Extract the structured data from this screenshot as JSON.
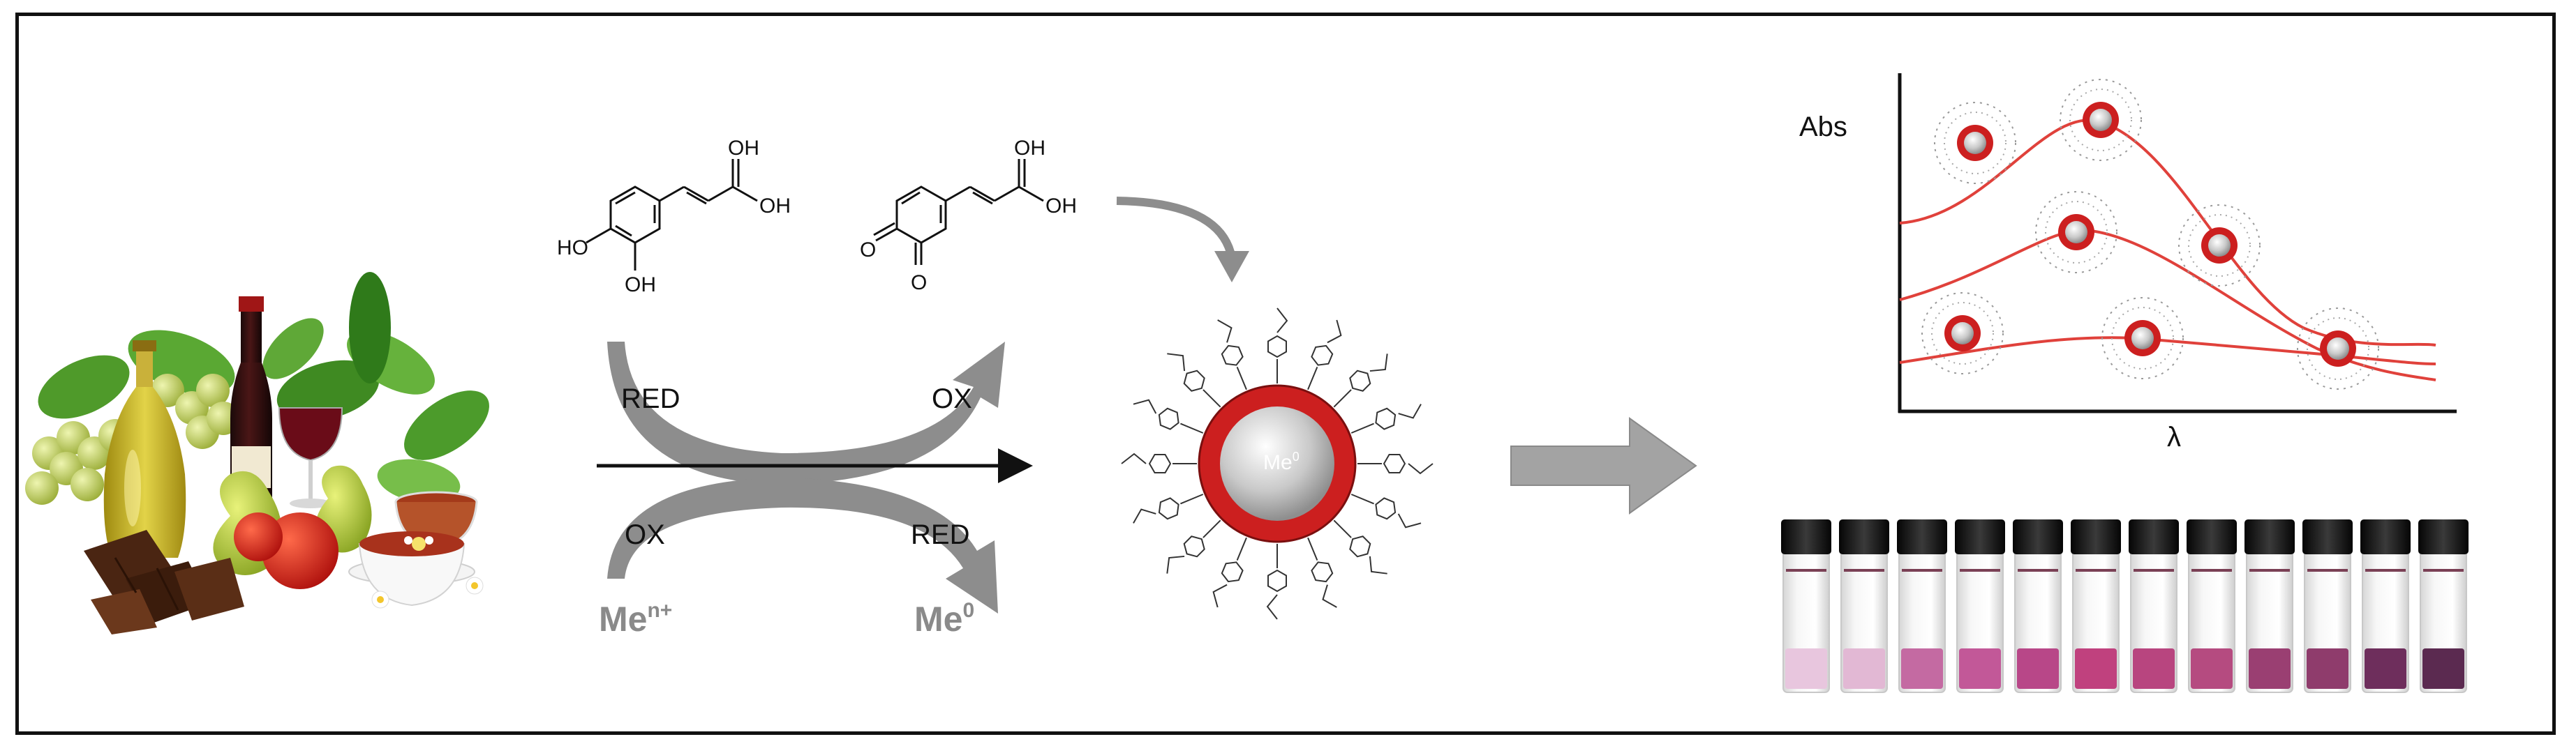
{
  "reaction": {
    "red_top": "RED",
    "ox_top": "OX",
    "ox_bottom": "OX",
    "red_bottom": "RED",
    "metal_ion": "Me",
    "metal_ion_sup": "n+",
    "metal_zero": "Me",
    "metal_zero_sup": "0"
  },
  "molecules": {
    "caffeic_oh_top": "OH",
    "caffeic_ho": "HO",
    "caffeic_oh_bottom": "OH",
    "quinone_oh": "OH",
    "quinone_o_top": "O",
    "quinone_o_bottom": "O"
  },
  "nanoparticle": {
    "core_label": "Me",
    "core_label_sup": "0",
    "shell_color": "#cc1f1f"
  },
  "spectrum": {
    "y_label": "Abs",
    "x_label": "λ",
    "curve_color": "#e0413b"
  },
  "vials": {
    "liquid_colors": [
      "#e8c6de",
      "#e2b8d4",
      "#c46aa2",
      "#c25898",
      "#b84788",
      "#c0417e",
      "#b8457f",
      "#b54b80",
      "#9a3f72",
      "#8f3c6c",
      "#6e2e5c",
      "#5b2a50"
    ]
  }
}
